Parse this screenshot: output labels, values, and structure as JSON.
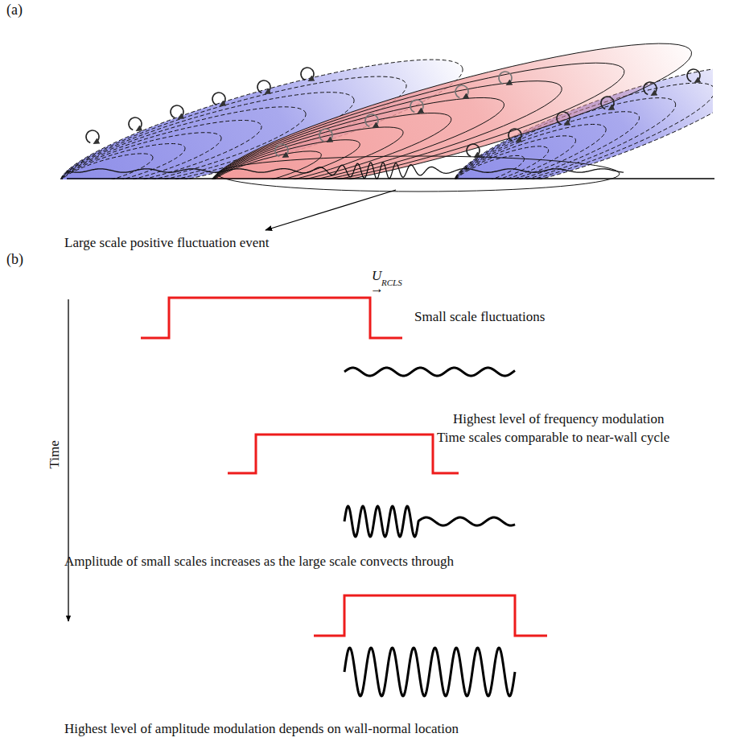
{
  "diagram": {
    "labels": [
      "(a)",
      "Large scale positive fluctuation event",
      "(b)",
      "U",
      "RCLS",
      "→",
      "Small scale fluctuations",
      "Time",
      "Highest level of frequency modulation",
      "Time scales comparable to near-wall cycle",
      "Amplitude of small scales increases as the large scale convects through",
      "Highest level of amplitude modulation depends on wall-normal location"
    ]
  }
}
